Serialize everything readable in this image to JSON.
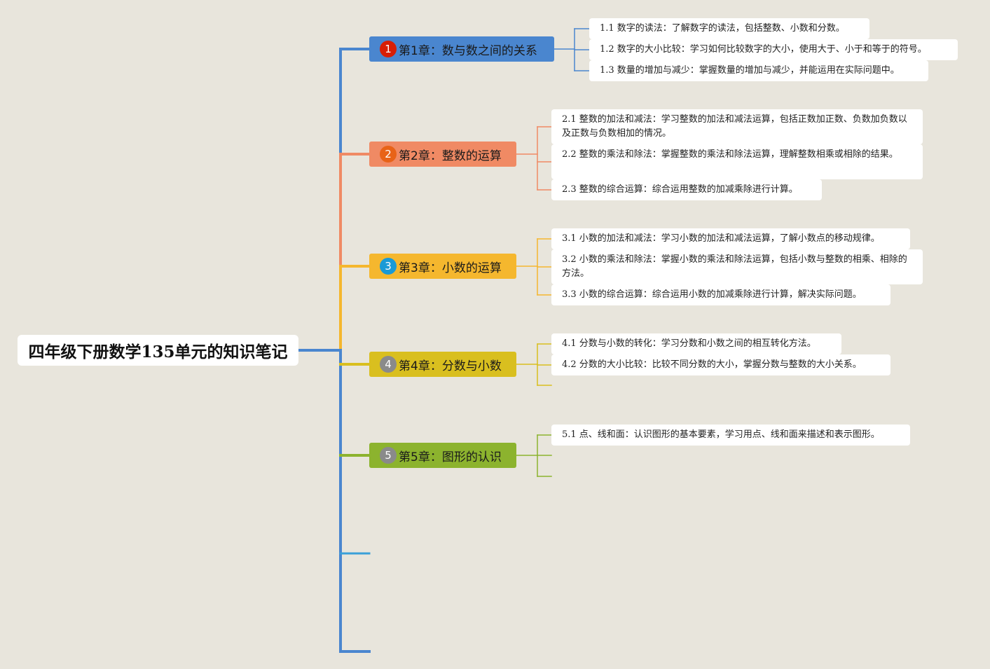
{
  "title": "四年级下册数学135单元的知识笔记",
  "chapters": [
    {
      "number": "1",
      "label": "第1章：数与数之间的关系",
      "color": "#4a86cf",
      "badge_color": "#d81e06",
      "items": [
        "1.1 数字的读法：了解数字的读法，包括整数、小数和分数。",
        "1.2 数字的大小比较：学习如何比较数字的大小，使用大于、小于和等于的符号。",
        "1.3 数量的增加与减少：掌握数量的增加与减少，并能运用在实际问题中。"
      ]
    },
    {
      "number": "2",
      "label": "第2章：整数的运算",
      "color": "#f08a64",
      "badge_color": "#e86318",
      "items": [
        "2.1 整数的加法和减法：学习整数的加法和减法运算，包括正数加正数、负数加负数以及正数与负数相加的情况。",
        "2.2 整数的乘法和除法：掌握整数的乘法和除法运算，理解整数相乘或相除的结果。",
        "2.3 整数的综合运算：综合运用整数的加减乘除进行计算。"
      ]
    },
    {
      "number": "3",
      "label": "第3章：小数的运算",
      "color": "#f5b72e",
      "badge_color": "#1a9ad6",
      "items": [
        "3.1 小数的加法和减法：学习小数的加法和减法运算，了解小数点的移动规律。",
        "3.2 小数的乘法和除法：掌握小数的乘法和除法运算，包括小数与整数的相乘、相除的方法。",
        "3.3 小数的综合运算：综合运用小数的加减乘除进行计算，解决实际问题。"
      ]
    },
    {
      "number": "4",
      "label": "第4章：分数与小数",
      "color": "#d9bf1f",
      "badge_color": "#8a8a8a",
      "items": [
        "4.1 分数与小数的转化：学习分数和小数之间的相互转化方法。",
        "4.2 分数的大小比较：比较不同分数的大小，掌握分数与整数的大小关系。"
      ]
    },
    {
      "number": "5",
      "label": "第5章：图形的认识",
      "color": "#8cb32e",
      "badge_color": "#8a8a8a",
      "items": [
        "5.1 点、线和面：认识图形的基本要素，学习用点、线和面来描述和表示图形。"
      ]
    }
  ],
  "trunk_color": "#4a86cf",
  "empty_branch_color": "#3aa0d8"
}
